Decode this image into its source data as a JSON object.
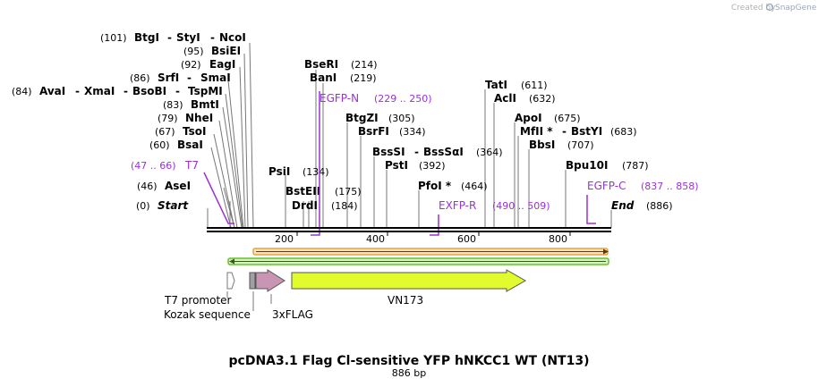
{
  "brand": {
    "created_by": "Created by",
    "name": "SnapGene"
  },
  "map": {
    "title": "pcDNA3.1 Flag Cl-sensitive YFP hNKCC1 WT (NT13)",
    "length_label": "886 bp",
    "start_label": "Start",
    "start_pos": "(0)",
    "end_label": "End",
    "end_pos": "(886)",
    "ticks": [
      "200",
      "400",
      "600",
      "800"
    ]
  },
  "enzymes": [
    {
      "names": [
        "BtgI",
        "StyI",
        "NcoI"
      ],
      "pos": "(101)"
    },
    {
      "names": [
        "BsiEI"
      ],
      "pos": "(95)"
    },
    {
      "names": [
        "EagI"
      ],
      "pos": "(92)"
    },
    {
      "names": [
        "SrfI",
        "SmaI"
      ],
      "pos": "(86)"
    },
    {
      "names": [
        "AvaI",
        "XmaI",
        "BsoBI",
        "TspMI"
      ],
      "pos": "(84)"
    },
    {
      "names": [
        "BmtI"
      ],
      "pos": "(83)"
    },
    {
      "names": [
        "NheI"
      ],
      "pos": "(79)"
    },
    {
      "names": [
        "TsoI"
      ],
      "pos": "(67)"
    },
    {
      "names": [
        "BsaI"
      ],
      "pos": "(60)"
    },
    {
      "names": [
        "AseI"
      ],
      "pos": "(46)"
    },
    {
      "names": [
        "PsiI"
      ],
      "pos": "(134)"
    },
    {
      "names": [
        "BstEII"
      ],
      "pos": "(175)"
    },
    {
      "names": [
        "DrdI"
      ],
      "pos": "(184)"
    },
    {
      "names": [
        "BseRI"
      ],
      "pos": "(214)"
    },
    {
      "names": [
        "BanI"
      ],
      "pos": "(219)"
    },
    {
      "names": [
        "BtgZI"
      ],
      "pos": "(305)"
    },
    {
      "names": [
        "BsrFI"
      ],
      "pos": "(334)"
    },
    {
      "names": [
        "BssSI",
        "BssSαI"
      ],
      "pos": "(364)"
    },
    {
      "names": [
        "PstI"
      ],
      "pos": "(392)"
    },
    {
      "names": [
        "PfoI *"
      ],
      "pos": "(464)"
    },
    {
      "names": [
        "TatI"
      ],
      "pos": "(611)"
    },
    {
      "names": [
        "AclI"
      ],
      "pos": "(632)"
    },
    {
      "names": [
        "ApoI"
      ],
      "pos": "(675)"
    },
    {
      "names": [
        "MfII *",
        "BstYI"
      ],
      "pos": "(683)"
    },
    {
      "names": [
        "BbsI"
      ],
      "pos": "(707)"
    },
    {
      "names": [
        "Bpu10I"
      ],
      "pos": "(787)"
    }
  ],
  "primers": [
    {
      "name": "T7",
      "range": "(47 .. 66)"
    },
    {
      "name": "EGFP-N",
      "range": "(229 .. 250)"
    },
    {
      "name": "EXFP-R",
      "range": "(490 .. 509)"
    },
    {
      "name": "EGFP-C",
      "range": "(837 .. 858)"
    }
  ],
  "features": {
    "t7_promoter": "T7 promoter",
    "kozak": "Kozak sequence",
    "flag": "3xFLAG",
    "vn173": "VN173"
  },
  "colors": {
    "primer": "#9b30d9",
    "orange_bar": "#e8a33a",
    "green_bar": "#6abf2c",
    "flag_arrow": "#c995b5",
    "vn173_arrow": "#e2fb2c",
    "kozak_box": "#a0a0a0"
  }
}
